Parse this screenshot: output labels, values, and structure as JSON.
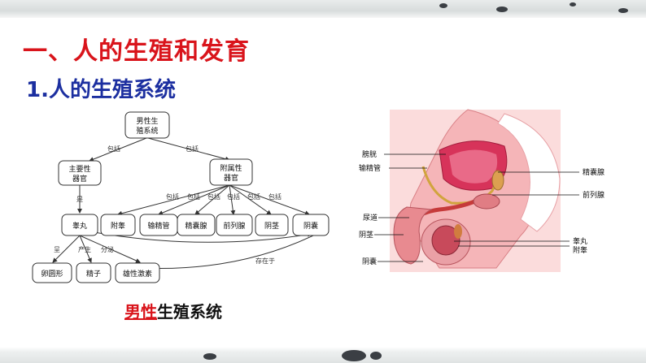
{
  "heading": "一、人的生殖和发育",
  "subheading": "1.人的生殖系统",
  "flowchart": {
    "root": "男性生殖系统",
    "root_lines": [
      "男性生",
      "殖系统"
    ],
    "main_organ": [
      "主要性",
      "器官"
    ],
    "accessory_organ": [
      "附属性",
      "器官"
    ],
    "testis": "睾丸",
    "accessories": [
      "附睾",
      "输精管",
      "精囊腺",
      "前列腺",
      "阴茎",
      "阴囊"
    ],
    "products": [
      "卵圆形",
      "精子",
      "雄性激素"
    ],
    "labels": {
      "includes": "包括",
      "is": "是",
      "shape": "呈",
      "produces": "产生",
      "secretes": "分泌",
      "exists_in": "存在于"
    }
  },
  "caption": {
    "red": "男性",
    "black": "生殖系统"
  },
  "anatomy": {
    "left_labels": [
      "膀胱",
      "输精管",
      "尿道",
      "阴茎",
      "阴囊"
    ],
    "right_labels": [
      "精囊腺",
      "前列腺",
      "睾丸",
      "附睾"
    ]
  }
}
